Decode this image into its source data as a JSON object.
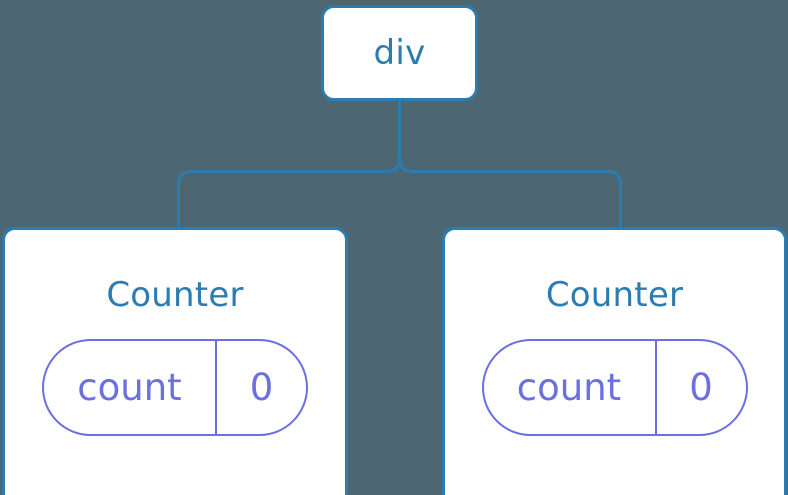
{
  "diagram": {
    "type": "component-tree",
    "background_color": "#4d6772",
    "node_border_color": "#2b7cb0",
    "node_fill_color": "#ffffff",
    "node_text_color": "#2b7cb0",
    "state_accent_color": "#6b6fe0",
    "connector_color": "#2b7cb0"
  },
  "root": {
    "label": "div"
  },
  "children": [
    {
      "title": "Counter",
      "state": {
        "key": "count",
        "value": "0"
      }
    },
    {
      "title": "Counter",
      "state": {
        "key": "count",
        "value": "0"
      }
    }
  ]
}
